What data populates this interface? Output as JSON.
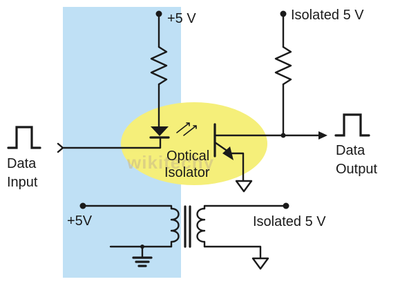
{
  "colors": {
    "isolation_zone": "#bfe0f5",
    "optocoupler_glow": "#f5ef7a",
    "ink": "#1a1a1a"
  },
  "labels": {
    "top_supply": "+5 V",
    "top_isolated_supply": "Isolated 5 V",
    "optical_isolator_line1": "Optical",
    "optical_isolator_line2": "Isolator",
    "data_input_line1": "Data",
    "data_input_line2": "Input",
    "data_output_line1": "Data",
    "data_output_line2": "Output",
    "bottom_supply": "+5V",
    "bottom_isolated_supply": "Isolated 5 V"
  },
  "watermark": "wikitechy"
}
